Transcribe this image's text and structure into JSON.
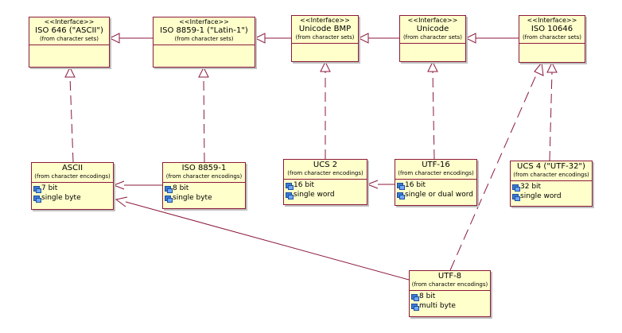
{
  "interfaces": [
    {
      "id": "iso646",
      "stereotype": "<<Interface>>",
      "name": "ISO 646 (\"ASCII\")",
      "package": "(from character sets)"
    },
    {
      "id": "iso8859",
      "stereotype": "<<Interface>>",
      "name": "ISO 8859-1 (\"Latin-1\")",
      "package": "(from character sets)"
    },
    {
      "id": "bmp",
      "stereotype": "<<Interface>>",
      "name": "Unicode BMP",
      "package": "(from character sets)"
    },
    {
      "id": "unicode",
      "stereotype": "<<Interface>>",
      "name": "Unicode",
      "package": "(from character sets)"
    },
    {
      "id": "iso10646",
      "stereotype": "<<Interface>>",
      "name": "ISO 10646",
      "package": "(from character sets)"
    }
  ],
  "encodings": [
    {
      "id": "ascii",
      "name": "ASCII",
      "package": "(from character encodings)",
      "attributes": [
        "7 bit",
        "single byte"
      ]
    },
    {
      "id": "iso88591",
      "name": "ISO 8859-1",
      "package": "(from character encodings)",
      "attributes": [
        "8 bit",
        "single byte"
      ]
    },
    {
      "id": "ucs2",
      "name": "UCS 2",
      "package": "(from character encodings)",
      "attributes": [
        "16 bit",
        "single word"
      ]
    },
    {
      "id": "utf16",
      "name": "UTF-16",
      "package": "(from character encodings)",
      "attributes": [
        "16 bit",
        "single or dual word"
      ]
    },
    {
      "id": "ucs4",
      "name": "UCS 4 (\"UTF-32\")",
      "package": "(from character encodings)",
      "attributes": [
        "32 bit",
        "single word"
      ]
    },
    {
      "id": "utf8",
      "name": "UTF-8",
      "package": "(from character encodings)",
      "attributes": [
        "8 bit",
        "multi byte"
      ]
    }
  ],
  "relationships": [
    {
      "from": "iso8859",
      "to": "iso646",
      "kind": "generalization"
    },
    {
      "from": "bmp",
      "to": "iso8859",
      "kind": "generalization"
    },
    {
      "from": "unicode",
      "to": "bmp",
      "kind": "generalization"
    },
    {
      "from": "iso10646",
      "to": "unicode",
      "kind": "generalization"
    },
    {
      "from": "ascii",
      "to": "iso646",
      "kind": "realization"
    },
    {
      "from": "iso88591",
      "to": "iso8859",
      "kind": "realization"
    },
    {
      "from": "ucs2",
      "to": "bmp",
      "kind": "realization"
    },
    {
      "from": "utf16",
      "to": "unicode",
      "kind": "realization"
    },
    {
      "from": "ucs4",
      "to": "iso10646",
      "kind": "realization"
    },
    {
      "from": "utf8",
      "to": "iso10646",
      "kind": "realization"
    },
    {
      "from": "iso88591",
      "to": "ascii",
      "kind": "generalization"
    },
    {
      "from": "utf16",
      "to": "ucs2",
      "kind": "generalization"
    },
    {
      "from": "utf8",
      "to": "ascii",
      "kind": "generalization"
    }
  ],
  "colors": {
    "box_fill": "#ffffcc",
    "box_border": "#8b1a3a",
    "connector": "#8b1a3a",
    "attribute_icon": "#3a7bd5"
  }
}
